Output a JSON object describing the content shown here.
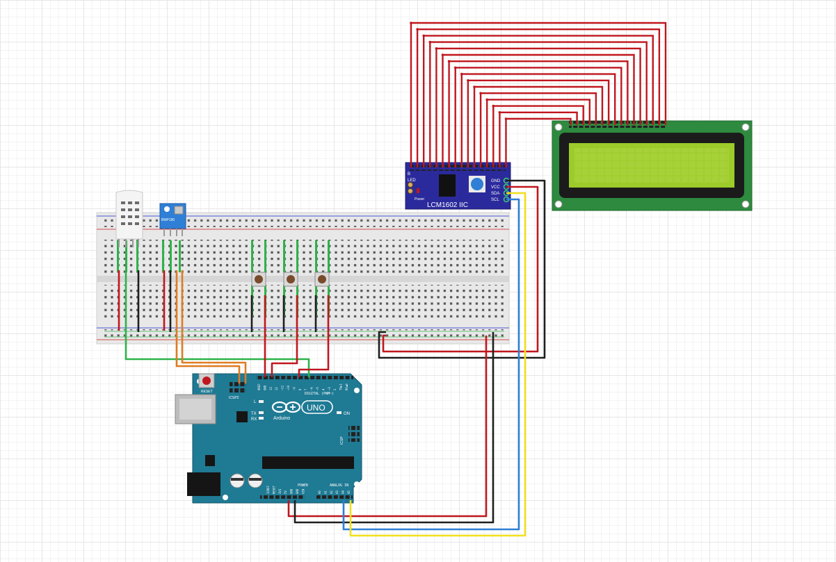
{
  "i2c_module": {
    "label": "LCM1602 IIC",
    "pins": [
      "GND",
      "VCC",
      "SDA",
      "SCL"
    ],
    "side_labels": [
      "B",
      "LED"
    ],
    "power_label": "Power"
  },
  "arduino": {
    "brand": "Arduino",
    "model": "UNO",
    "reset_label": "RESET",
    "icsp2_label": "ICSP2",
    "icsp_label": "ICSP",
    "digital_label": "DIGITAL (PWM~)",
    "power_label": "POWER",
    "analog_label": "ANALOG IN",
    "on_label": "ON",
    "led_labels": [
      "L",
      "TX",
      "RX"
    ],
    "power_pins": [
      "IOREF",
      "RESET",
      "3V3",
      "5V",
      "GND",
      "GND",
      "VIN"
    ],
    "analog_pins": [
      "A0",
      "A1",
      "A2",
      "A3",
      "A4",
      "A5"
    ],
    "digital_pins": [
      "AREF",
      "GND",
      "13",
      "12",
      "~11",
      "~10",
      "~9",
      "8",
      "7",
      "~6",
      "~5",
      "4",
      "~3",
      "2",
      "TX▶1",
      "RX◀0"
    ]
  },
  "sensor_module": {
    "label": "BMP180"
  },
  "colors": {
    "wire_red": "#c0171e",
    "wire_black": "#1e1e1e",
    "wire_green": "#2db24a",
    "wire_orange": "#e07b20",
    "wire_blue": "#2f7fd6",
    "wire_yellow": "#f2e01e",
    "board_teal": "#1f7a94",
    "lcd_green": "#2d8a3e",
    "lcd_screen": "#9ccb2a",
    "i2c_blue": "#2b2a9c"
  }
}
